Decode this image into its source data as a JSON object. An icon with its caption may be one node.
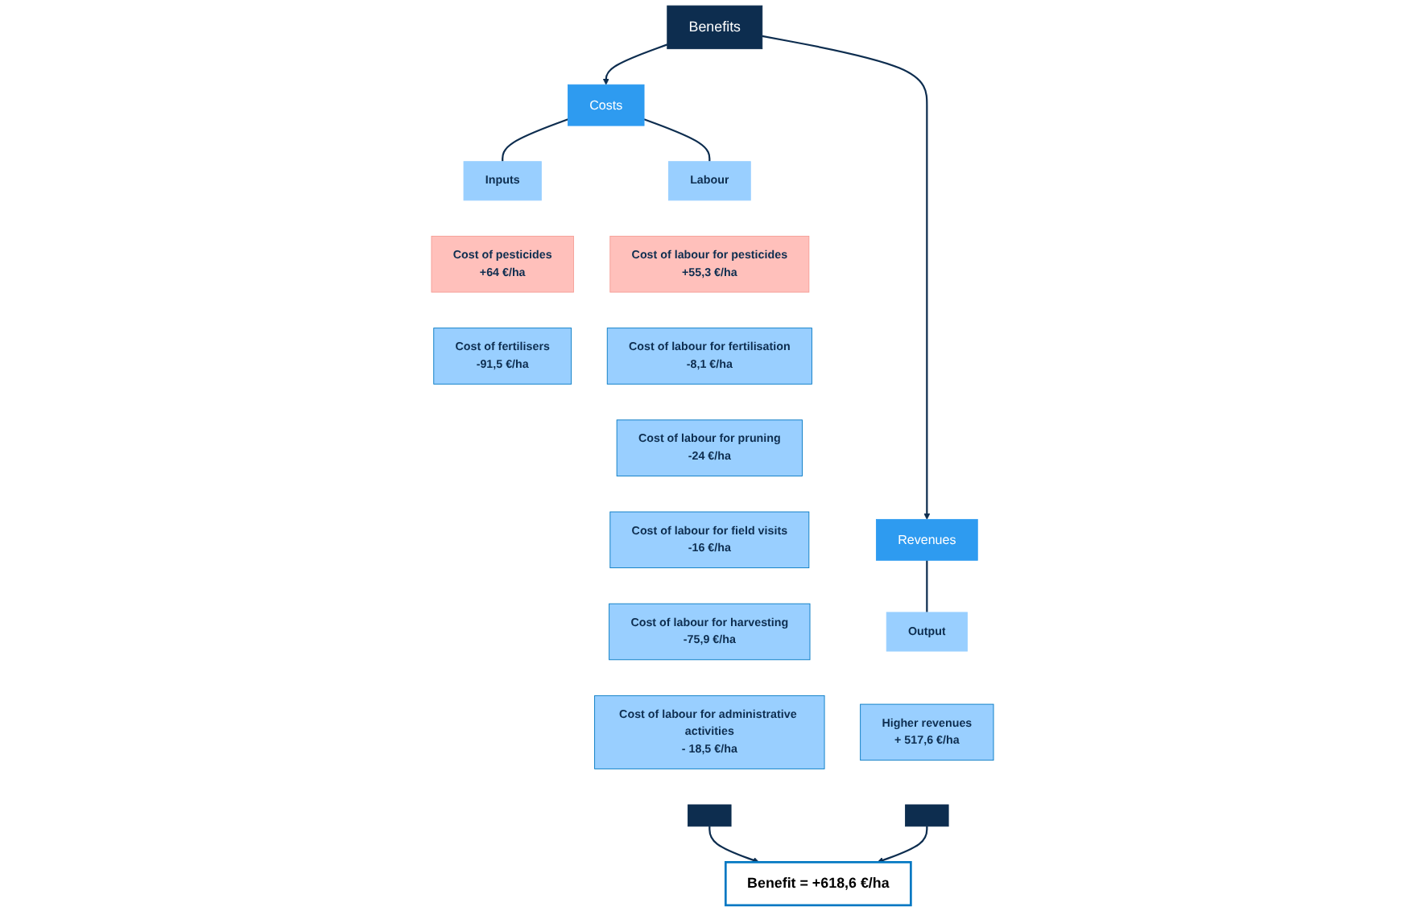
{
  "diagram": {
    "nodes": [
      {
        "text": [
          "Benefits"
        ]
      },
      {
        "text": [
          "Costs"
        ]
      },
      {
        "text": [
          "Revenues"
        ]
      },
      {
        "text": [
          "Inputs"
        ]
      },
      {
        "text": [
          "Cost of pesticides",
          "+64 €/ha"
        ]
      },
      {
        "text": [
          "Cost of fertilisers",
          "-91,5 €/ha"
        ]
      },
      {
        "text": [
          "Output"
        ]
      },
      {
        "text": [
          "Higher revenues",
          "+ 517,6 €/ha"
        ]
      },
      {
        "text": [
          "Labour"
        ]
      },
      {
        "text": [
          "Cost of labour for pesticides",
          "+55,3 €/ha"
        ]
      },
      {
        "text": [
          "Cost of labour for fertilisation",
          "-8,1 €/ha"
        ]
      },
      {
        "text": [
          "Cost of labour for pruning",
          "-24 €/ha"
        ]
      },
      {
        "text": [
          "Cost of labour for field visits",
          "-16 €/ha"
        ]
      },
      {
        "text": [
          "Cost of labour for harvesting",
          "-75,9 €/ha"
        ]
      },
      {
        "text": [
          "Cost of labour for administrative activities",
          "- 18,5 €/ha"
        ]
      },
      {
        "text": [
          "Benefit = +618,6 €/ha"
        ]
      },
      {
        "text": [],
        "shape": "bar"
      },
      {
        "text": [],
        "shape": "bar"
      }
    ],
    "edges": [
      {
        "from": 0,
        "to": 1,
        "arrow": "to"
      },
      {
        "from": 0,
        "to": 2,
        "arrow": "to"
      },
      {
        "from": 1,
        "to": 3,
        "arrow": "none"
      },
      {
        "from": 1,
        "to": 8,
        "arrow": "none"
      },
      {
        "from": 2,
        "to": 6,
        "arrow": "none"
      },
      {
        "from": 16,
        "to": 15,
        "arrow": "to"
      },
      {
        "from": 17,
        "to": 15,
        "arrow": "to"
      }
    ]
  }
}
